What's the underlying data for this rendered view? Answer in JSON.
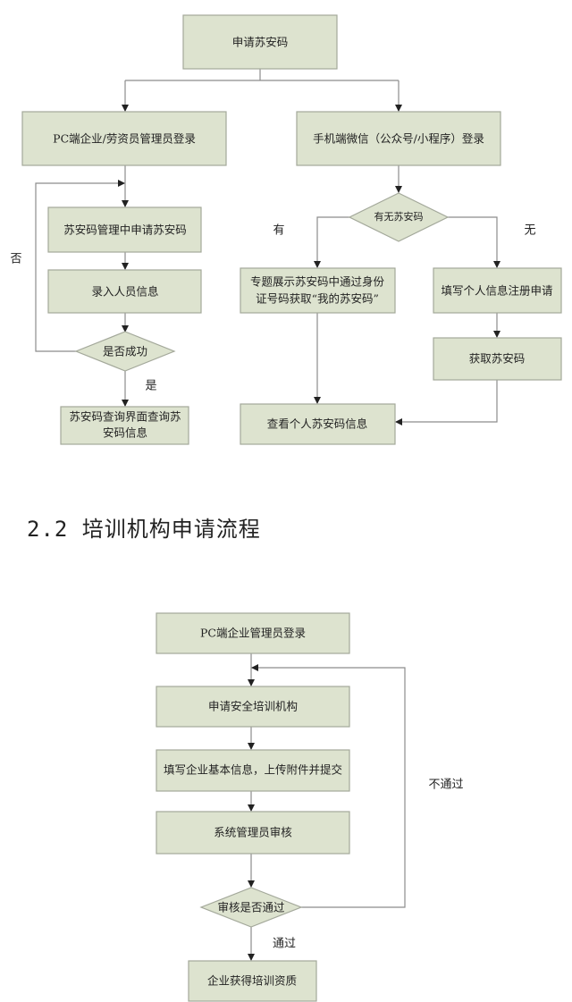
{
  "flow1": {
    "start": "申请苏安码",
    "pc_login": "PC端企业/劳资员管理员登录",
    "mobile_login": "手机端微信（公众号/小程序）登录",
    "pc_apply": "苏安码管理中申请苏安码",
    "pc_enter": "录入人员信息",
    "pc_decision": "是否成功",
    "pc_no": "否",
    "pc_yes": "是",
    "pc_query_line1": "苏安码查询界面查询苏",
    "pc_query_line2": "安码信息",
    "mobile_decision": "有无苏安码",
    "mobile_has": "有",
    "mobile_none": "无",
    "mobile_topic_line1": "专题展示苏安码中通过身份",
    "mobile_topic_line2": "证号码获取“我的苏安码”",
    "mobile_register": "填写个人信息注册申请",
    "mobile_get": "获取苏安码",
    "mobile_view": "查看个人苏安码信息"
  },
  "section_heading": "2.2 培训机构申请流程",
  "flow2": {
    "login": "PC端企业管理员登录",
    "apply": "申请安全培训机构",
    "fill": "填写企业基本信息，上传附件并提交",
    "review": "系统管理员审核",
    "decision": "审核是否通过",
    "fail": "不通过",
    "pass": "通过",
    "result": "企业获得培训资质"
  },
  "colors": {
    "box_fill": "#dde3cf",
    "box_border": "#a3a89a",
    "line": "#8c8c8c"
  }
}
